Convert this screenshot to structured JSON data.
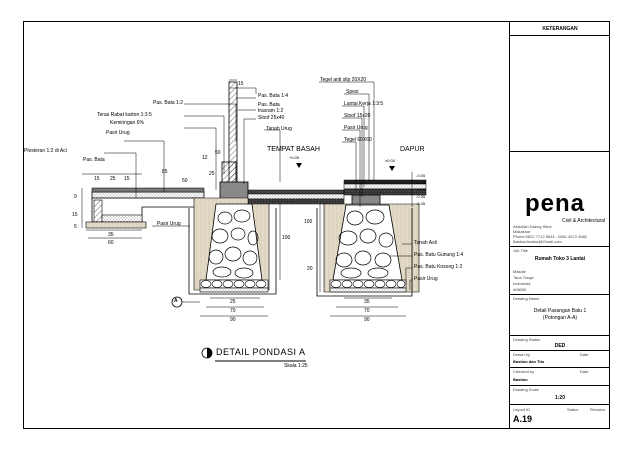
{
  "title_block": {
    "header": "KETERANGAN",
    "brand_name": "pena",
    "brand_subtitle": "Civil & Architectural",
    "contact_lines": [
      "Abdullah Daeng Situe",
      "Makassar",
      "Phone:0822 7712 6644 - 0851 4572 4582",
      "BastionAnalas@Gmail.com"
    ],
    "job_title_label": "Job Title",
    "job_title": "Rumah Toko 3 Lantai",
    "location_lines": [
      "Makale",
      "Tana Toraja",
      "Indonesia",
      "#08006"
    ],
    "drawing_name_label": "Drawing Name",
    "drawing_name_line1": "Detail Pasangan Batu 1",
    "drawing_name_line2": "(Potongan A-A)",
    "drawing_status_label": "Drawing Status",
    "drawing_status": "DED",
    "drawn_by_label": "Drawn by",
    "drawn_by": "Bastion dan Tito",
    "drawn_date_label": "Date",
    "checked_by_label": "Checked by",
    "checked_by": "Bastion",
    "checked_date_label": "Date",
    "scale_label": "Drawing Scale",
    "scale": "1:20",
    "layout_id_label": "Layout ID",
    "status_label": "Status",
    "revision_label": "Revision",
    "layout_id": "A.19"
  },
  "drawing": {
    "title": "DETAIL PONDASI A",
    "scale": "Skala 1:25",
    "section_marker": "A",
    "labels": {
      "tegel_anti_slip": "Tegel anti slip  20X20",
      "spesi": "Spesi",
      "lantai_kerja": "Lantai Kerja 1:3:5",
      "sloof_right": "Sloof  15x20",
      "pasir_urug_right_top": "Pasir Urug",
      "tegel_60": "Tegel  60X60",
      "dapur": "DAPUR",
      "tempat_basah": "TEMPAT BASAH",
      "pas_bata_14": "Pas. Bata 1:4",
      "pas_bata_trasram_1": "Pas. Bata",
      "pas_bata_trasram_2": "trasram  1:2",
      "sloof_left": "Sloof  25x40",
      "tanah_urug": "Tanah Urug",
      "pas_bata_12": "Pas. Bata 1:2",
      "teras_rabat_1": "Teras Rabat karton 1:3:5",
      "teras_rabat_2": "Kemiringan 6%",
      "pasir_urug_left_top": "Pasir Urug",
      "plesteran": "Plesteran 1:2 di Aci",
      "pas_bata_left": "Pas. Bata",
      "pasir_urug_left": "Pasir Urug",
      "tanah_asli": "Tanah Asli",
      "pas_batu_gunung": "Pas. Batu Gunung 1:4",
      "pas_batu_kosong": "Pas. Batu Kosong 1:2",
      "pasir_urug_bottom": "Pasir Urug"
    },
    "dimensions": {
      "d15_top": "15",
      "d50": "50",
      "d12": "12",
      "d25_mid": "25",
      "d15a": "15",
      "d25a": "25",
      "d15b": "15",
      "d85": "85",
      "d50b": "50",
      "d9a": "9",
      "d15c": "15",
      "d5": "5",
      "d35": "35",
      "d60": "60",
      "d100_left": "100",
      "d100_right": "100",
      "d20": "20",
      "d25_bot": "25",
      "d70_left": "70",
      "d90_left": "90",
      "d35_right": "35",
      "d70_right": "70",
      "d90_right": "90",
      "el_left_1": "+0.05",
      "el_right_1": "±0.00",
      "el_stack": [
        "-0.05",
        "-0.15",
        "-0.25",
        "-0.35",
        "-0.45"
      ]
    }
  }
}
